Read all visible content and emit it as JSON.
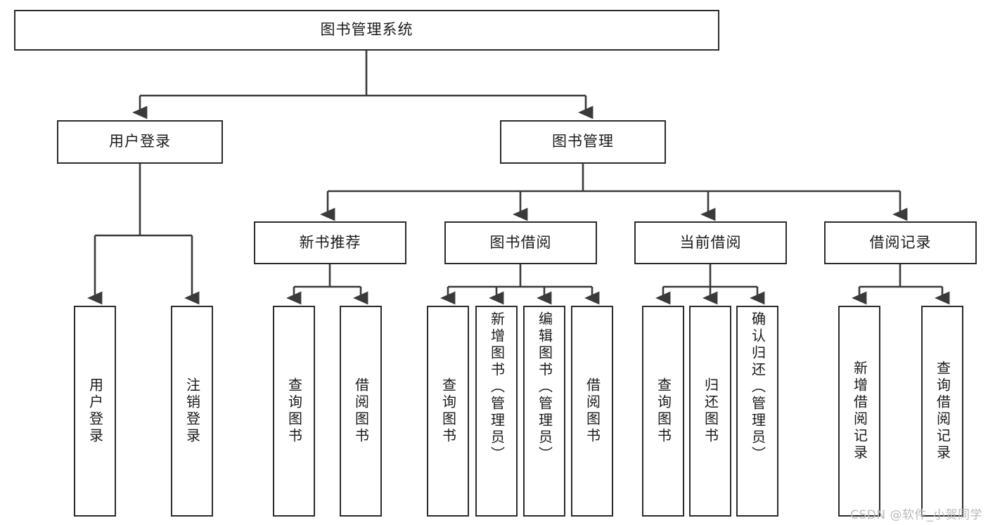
{
  "diagram": {
    "type": "tree",
    "title": "图书管理系统",
    "root": {
      "id": "root",
      "label": "图书管理系统",
      "orientation": "horizontal"
    },
    "level2": [
      {
        "id": "user-login",
        "label": "用户登录",
        "orientation": "horizontal"
      },
      {
        "id": "book-manage",
        "label": "图书管理",
        "orientation": "horizontal"
      }
    ],
    "level3": [
      {
        "id": "new-book-recommend",
        "label": "新书推荐",
        "orientation": "horizontal",
        "parent": "book-manage"
      },
      {
        "id": "book-borrow",
        "label": "图书借阅",
        "orientation": "horizontal",
        "parent": "book-manage"
      },
      {
        "id": "current-borrow",
        "label": "当前借阅",
        "orientation": "horizontal",
        "parent": "book-manage"
      },
      {
        "id": "borrow-record",
        "label": "借阅记录",
        "orientation": "horizontal",
        "parent": "book-manage"
      }
    ],
    "leaves": [
      {
        "id": "leaf-user-login",
        "label": "用户登录",
        "orientation": "vertical",
        "parent": "user-login"
      },
      {
        "id": "leaf-user-logout",
        "label": "注销登录",
        "orientation": "vertical",
        "parent": "user-login"
      },
      {
        "id": "leaf-query-book-1",
        "label": "查询图书",
        "orientation": "vertical",
        "parent": "new-book-recommend"
      },
      {
        "id": "leaf-borrow-book-1",
        "label": "借阅图书",
        "orientation": "vertical",
        "parent": "new-book-recommend"
      },
      {
        "id": "leaf-query-book-2",
        "label": "查询图书",
        "orientation": "vertical",
        "parent": "book-borrow"
      },
      {
        "id": "leaf-add-book",
        "label": "新增图书（管理员）",
        "orientation": "vertical",
        "parent": "book-borrow"
      },
      {
        "id": "leaf-edit-book",
        "label": "编辑图书（管理员）",
        "orientation": "vertical",
        "parent": "book-borrow"
      },
      {
        "id": "leaf-borrow-book-2",
        "label": "借阅图书",
        "orientation": "vertical",
        "parent": "book-borrow"
      },
      {
        "id": "leaf-query-book-3",
        "label": "查询图书",
        "orientation": "vertical",
        "parent": "current-borrow"
      },
      {
        "id": "leaf-return-book",
        "label": "归还图书",
        "orientation": "vertical",
        "parent": "current-borrow"
      },
      {
        "id": "leaf-confirm-return",
        "label": "确认归还（管理员）",
        "orientation": "vertical",
        "parent": "current-borrow"
      },
      {
        "id": "leaf-add-record",
        "label": "新增借阅记录",
        "orientation": "vertical",
        "parent": "borrow-record"
      },
      {
        "id": "leaf-query-record",
        "label": "查询借阅记录",
        "orientation": "vertical",
        "parent": "borrow-record"
      }
    ],
    "watermark": "CSDN @软件_小贺同学",
    "colors": {
      "box_border": "#2b2b2b",
      "box_fill": "#ffffff",
      "connector": "#3a3a3a",
      "text": "#1a1a1a",
      "watermark": "#b9b9b9",
      "background": "#ffffff"
    }
  }
}
